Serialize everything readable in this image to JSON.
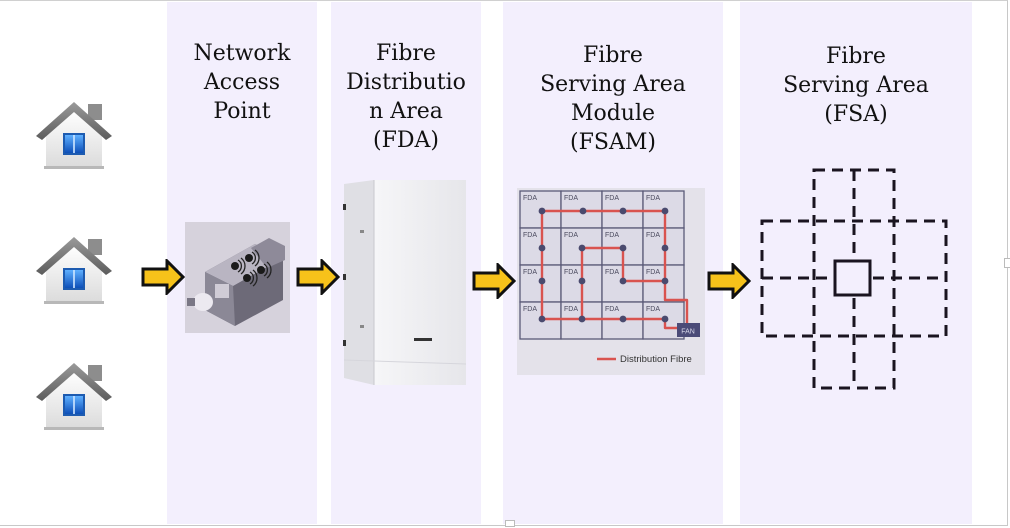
{
  "diagram": {
    "title": "Fibre network hierarchy",
    "colors": {
      "column_bg": "#f3effd",
      "arrow_fill": "#f7c21a",
      "arrow_stroke": "#111111",
      "fibre_line": "#d9534f",
      "node": "#4a4a6e",
      "grid": "#5a5a78",
      "fan_box": "#4b4b78"
    },
    "premises": [
      {
        "icon": "house-icon"
      },
      {
        "icon": "house-icon"
      },
      {
        "icon": "house-icon"
      }
    ],
    "stages": [
      {
        "id": "nap",
        "title": "Network\nAccess\nPoint",
        "image": "nap-device-icon"
      },
      {
        "id": "fda",
        "title": "Fibre\nDistributio\nn Area\n(FDA)",
        "image": "fda-cabinet-icon"
      },
      {
        "id": "fsam",
        "title": "Fibre\nServing Area\nModule\n(FSAM)",
        "image": "fsam-grid-diagram"
      },
      {
        "id": "fsa",
        "title": "Fibre\nServing Area\n(FSA)",
        "image": "fsa-layout-diagram"
      }
    ],
    "fsam_grid": {
      "cell_label": "FDA",
      "rows": 4,
      "cols": 4,
      "fan_label": "FAN",
      "legend_label": "Distribution Fibre"
    }
  }
}
